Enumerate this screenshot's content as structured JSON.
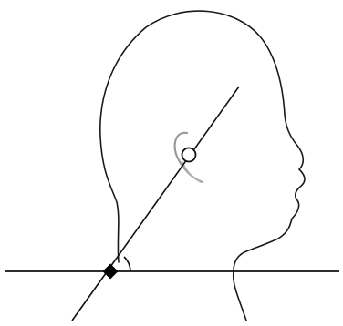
{
  "diagram": {
    "subject": "head-profile-outline",
    "markers": [
      {
        "name": "ear-point-marker",
        "style": "open-circle"
      },
      {
        "name": "neck-point-marker",
        "style": "filled-diamond"
      }
    ],
    "colors": {
      "background": "#ffffff",
      "outline": "#1a1a1a",
      "ear": "#9a9a9a",
      "lines": "#111111"
    }
  }
}
